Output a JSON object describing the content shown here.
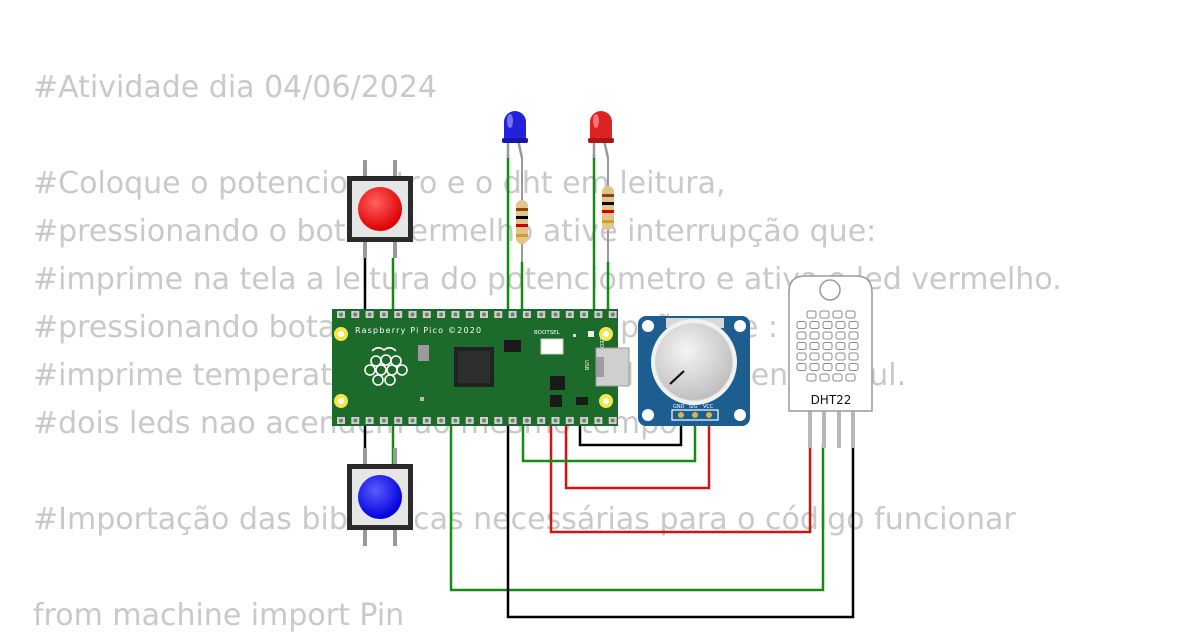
{
  "code_lines": [
    "#Atividade dia 04/06/2024",
    "",
    "#Coloque o potenciometro e o dht em leitura,",
    "#pressionando o botao vermelho ative interrupção que:",
    "#imprime na tela a leitura do potenciometro e ativa o led vermelho.",
    "#pressionando botao azul ative interrupção que :",
    "#imprime temperatura e umidade e led ascendendo azul.",
    "#dois leds nao acendem ao mesmo tempo",
    "",
    "#Importação das bibliotecas necessárias para o código funcionar",
    "",
    "from machine import Pin"
  ],
  "board": {
    "label": "Raspberry Pi Pico ©2020",
    "bootsel_label": "BOOTSEL",
    "led_label": "LED",
    "usb_label": "USB"
  },
  "potentiometer": {
    "pin_gnd": "GND",
    "pin_sig": "SIG",
    "pin_vcc": "VCC"
  },
  "sensor": {
    "label": "DHT22"
  },
  "colors": {
    "wire_green": "#158a15",
    "wire_red": "#d11515",
    "wire_black": "#000000",
    "board_green": "#1d6b2b",
    "led_blue": "#2222dd",
    "led_red": "#dd2222",
    "button_red": "#ee0000",
    "button_blue": "#0000ee",
    "pot_blue": "#1b5e8f"
  }
}
